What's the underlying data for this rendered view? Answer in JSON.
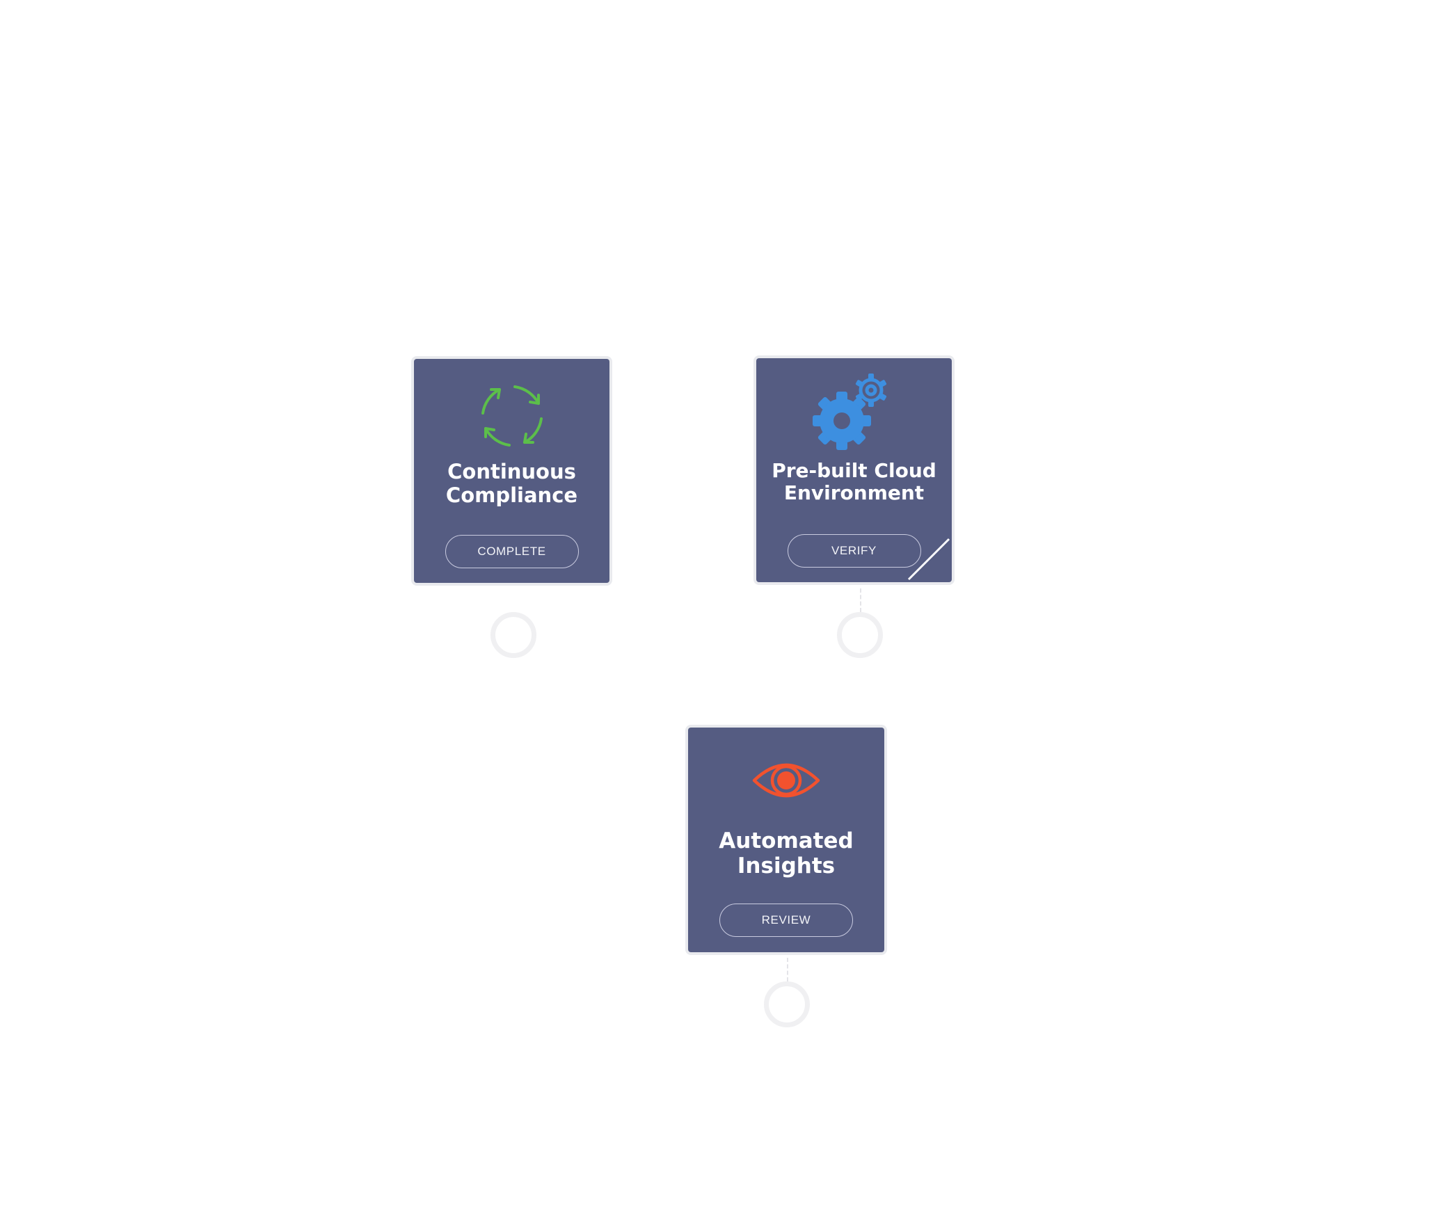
{
  "colors": {
    "card_background": "#555c82",
    "card_border": "#e9eaee",
    "compliance_icon": "#5cbf4a",
    "cloud_icon": "#3d8fe0",
    "insights_icon": "#f2522e",
    "ring": "#f0f0f2"
  },
  "cards": [
    {
      "id": "continuous-compliance",
      "icon": "refresh-cycle-icon",
      "title": "Continuous\nCompliance",
      "button": "COMPLETE"
    },
    {
      "id": "prebuilt-cloud",
      "icon": "gears-icon",
      "title": "Pre-built Cloud\nEnvironment",
      "button": "VERIFY"
    },
    {
      "id": "automated-insights",
      "icon": "eye-icon",
      "title": "Automated\nInsights",
      "button": "REVIEW"
    }
  ]
}
